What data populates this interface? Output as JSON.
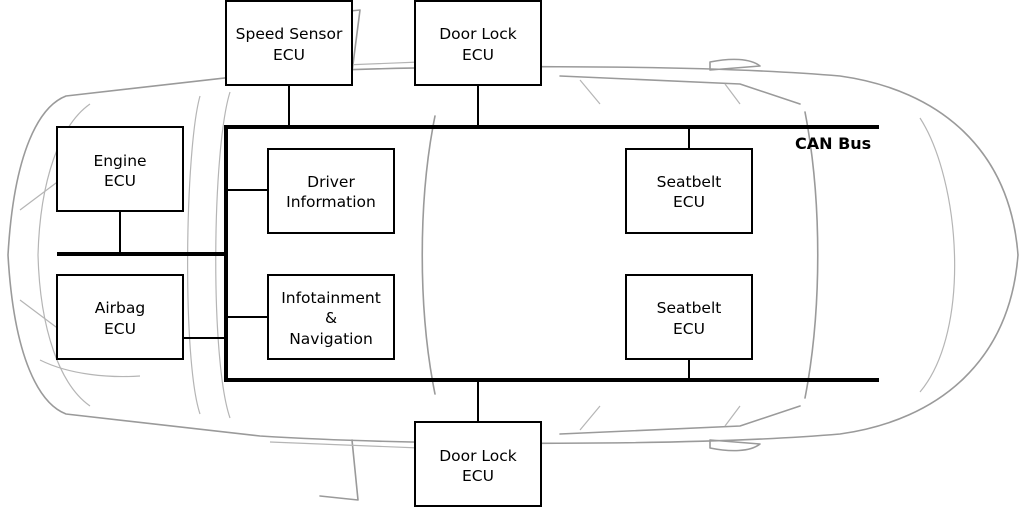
{
  "diagram": {
    "bus_label": "CAN Bus",
    "nodes": [
      {
        "id": "speed-sensor",
        "lines": [
          "Speed Sensor",
          "ECU"
        ]
      },
      {
        "id": "door-lock-top",
        "lines": [
          "Door Lock",
          "ECU"
        ]
      },
      {
        "id": "engine",
        "lines": [
          "Engine",
          "ECU"
        ]
      },
      {
        "id": "driver-info",
        "lines": [
          "Driver",
          "Information"
        ]
      },
      {
        "id": "seatbelt-1",
        "lines": [
          "Seatbelt",
          "ECU"
        ]
      },
      {
        "id": "airbag",
        "lines": [
          "Airbag",
          "ECU"
        ]
      },
      {
        "id": "infotainment",
        "lines": [
          "Infotainment",
          "&",
          "Navigation"
        ]
      },
      {
        "id": "seatbelt-2",
        "lines": [
          "Seatbelt",
          "ECU"
        ]
      },
      {
        "id": "door-lock-bottom",
        "lines": [
          "Door Lock",
          "ECU"
        ]
      }
    ]
  }
}
